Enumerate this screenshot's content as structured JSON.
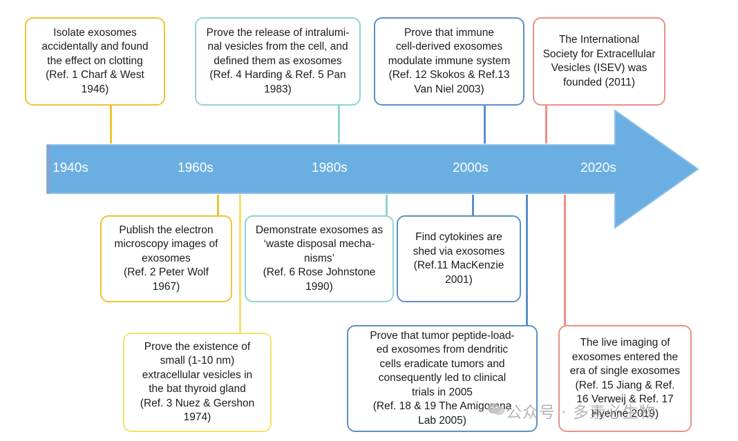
{
  "timeline": {
    "decades": [
      "1940s",
      "1960s",
      "1980s",
      "2000s",
      "2020s"
    ],
    "arrow_color": "#6aaee2"
  },
  "events": {
    "e1946": "Isolate exosomes\naccidentally and found\nthe effect on clotting\n(Ref. 1 Charf & West\n1946)",
    "e1967": "Publish the electron\nmicroscopy images of\nexosomes\n(Ref. 2 Peter Wolf\n1967)",
    "e1974": "Prove the existence of\nsmall (1-10 nm)\nextracellular vesicles in\nthe bat thyroid gland\n(Ref. 3 Nuez & Gershon\n1974)",
    "e1983": "Prove the release of intralumi-\nnal vesicles from the cell, and\ndefined them as exosomes\n(Ref. 4 Harding & Ref. 5 Pan\n1983)",
    "e1990": "Demonstrate exosomes as\n‘waste disposal mecha-\nnisms’\n(Ref. 6 Rose Johnstone\n1990)",
    "e2001": "Find cytokines are\nshed via exosomes\n(Ref.11 MacKenzie\n2001)",
    "e2003": "Prove that immune\ncell-derived exosomes\nmodulate immune system\n(Ref. 12 Skokos & Ref.13\nVan Niel 2003)",
    "e2005": "Prove that tumor peptide-load-\ned exosomes from dendritic\ncells eradicate tumors and\nconsequently led to clinical\ntrials in 2005\n(Ref. 18 & 19 The Amigorena\nLab 2005)",
    "e2011": "The International\nSociety for Extracellular\nVesicles (ISEV) was\nfounded (2011)",
    "e2019": "The live imaging of\nexosomes entered the\nera of single exosomes\n(Ref. 15 Jiang & Ref.\n16 Verweij & Ref. 17\nHyenne 2019)"
  },
  "watermark": "公众号 · 多素必生物",
  "colors": {
    "yellow": "#f2c230",
    "pale_yellow": "#f6e06a",
    "teal": "#8fd3cf",
    "blue": "#5b8fc9",
    "salmon": "#ee8f84"
  }
}
